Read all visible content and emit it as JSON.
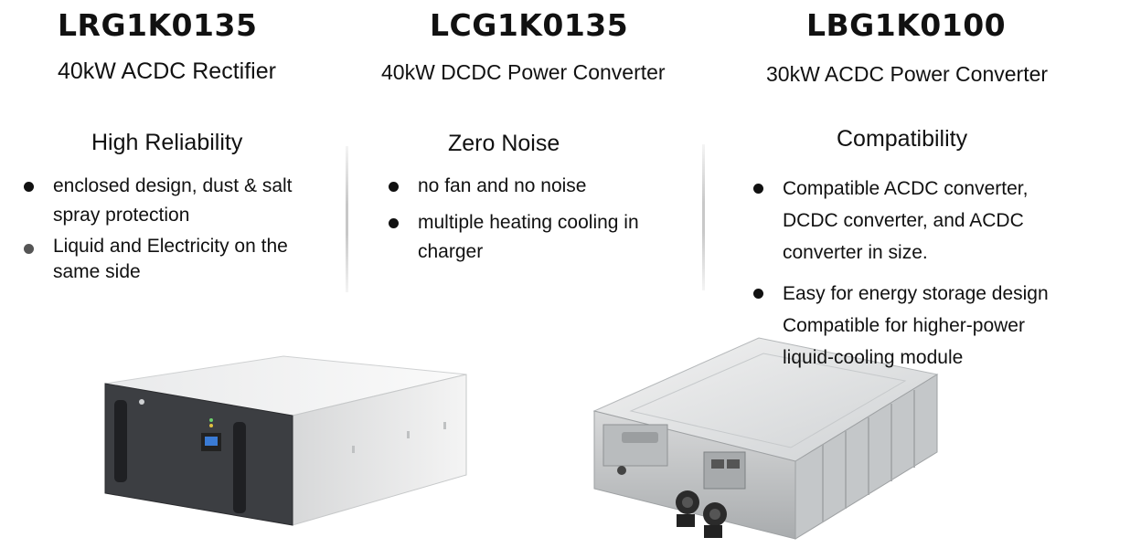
{
  "columns": [
    {
      "model": "LRG1K0135",
      "subtitle": "40kW ACDC Rectifier",
      "feature": "High Reliability",
      "bullets": [
        [
          "enclosed design, dust & salt",
          "spray protection"
        ],
        [
          "Liquid and Electricity on the",
          "same side"
        ]
      ]
    },
    {
      "model": "LCG1K0135",
      "subtitle": "40kW DCDC Power Converter",
      "feature": "Zero Noise",
      "bullets": [
        [
          "no fan and no noise"
        ],
        [
          "multiple heating cooling in",
          "charger"
        ]
      ]
    },
    {
      "model": "LBG1K0100",
      "subtitle": "30kW ACDC Power Converter",
      "feature": "Compatibility",
      "bullets": [
        [
          "Compatible ACDC converter,",
          "DCDC converter, and ACDC",
          "converter in size."
        ],
        [
          "Easy for energy storage design",
          "Compatible for higher-power",
          "liquid-cooling module"
        ]
      ]
    }
  ],
  "images": {
    "rectifier": "rack-mount-rectifier-unit",
    "converter": "liquid-cooled-converter-module"
  }
}
